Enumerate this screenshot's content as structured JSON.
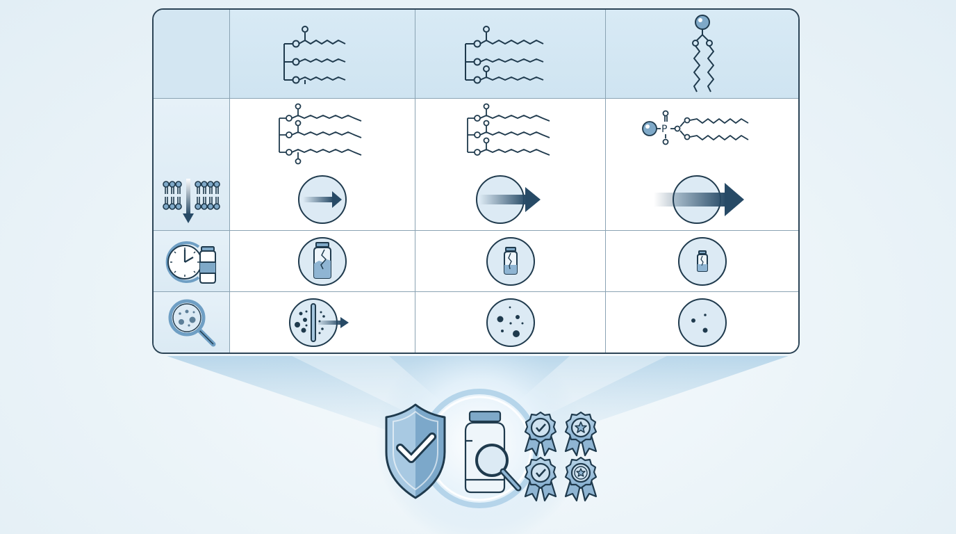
{
  "diagram": {
    "type": "comparison-table-infographic",
    "colors": {
      "border": "#2c4456",
      "grid_line": "#8aa3b3",
      "header_bg": "#d3e6f2",
      "icon_stroke": "#1f3a4d",
      "icon_fill": "#c9e0ee",
      "accent_blue": "#6f9fc4",
      "dark_arrow": "#274a66",
      "background": "#eaf3f8"
    },
    "columns": [
      {
        "id": "col-1",
        "header_icon": "triglyceride-short-chain-icon"
      },
      {
        "id": "col-2",
        "header_icon": "triglyceride-medium-chain-icon"
      },
      {
        "id": "col-3",
        "header_icon": "phospholipid-icon"
      }
    ],
    "rows": [
      {
        "id": "structure",
        "row_icon": "membrane-permeation-icon",
        "cells": [
          {
            "structure_icon": "long-chain-triglyceride-icon",
            "permeation_icon": "small-arrow-through-circle-icon",
            "level": "low"
          },
          {
            "structure_icon": "long-chain-triglyceride-icon",
            "permeation_icon": "medium-arrow-through-circle-icon",
            "level": "medium"
          },
          {
            "structure_icon": "phospholipid-chain-icon",
            "permeation_icon": "large-arrow-through-circle-icon",
            "level": "high"
          }
        ]
      },
      {
        "id": "stability",
        "row_icon": "clock-vial-stability-icon",
        "cells": [
          {
            "icon": "cracked-vial-large-icon",
            "level": "low"
          },
          {
            "icon": "cracked-vial-medium-icon",
            "level": "medium"
          },
          {
            "icon": "cracked-vial-small-icon",
            "level": "high"
          }
        ]
      },
      {
        "id": "impurities",
        "row_icon": "magnifier-particles-icon",
        "cells": [
          {
            "icon": "particles-filter-icon",
            "particle_count": 12
          },
          {
            "icon": "particles-dish-medium-icon",
            "particle_count": 7
          },
          {
            "icon": "particles-dish-few-icon",
            "particle_count": 3
          }
        ]
      }
    ],
    "summary": {
      "icons": [
        "shield-check-icon",
        "vial-inspection-icon",
        "award-check-icon",
        "award-star-icon",
        "award-check-icon",
        "award-star-icon"
      ]
    }
  }
}
